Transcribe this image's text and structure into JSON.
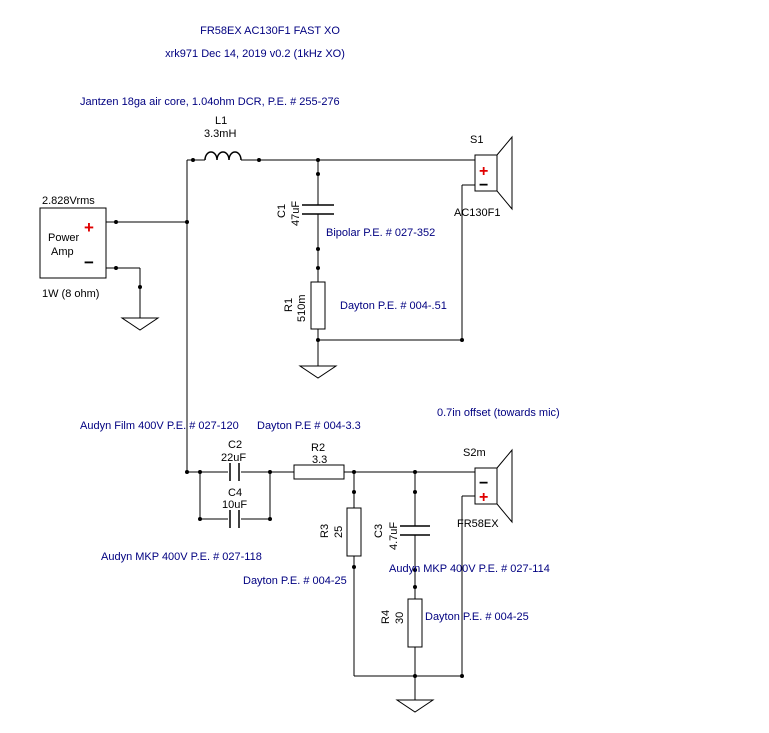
{
  "header": {
    "title": "FR58EX AC130F1 FAST XO",
    "subtitle": "xrk971   Dec 14, 2019   v0.2  (1kHz XO)"
  },
  "source": {
    "voltage": "2.828Vrms",
    "name_line1": "Power",
    "name_line2": "Amp",
    "plus": "+",
    "minus": "−",
    "power": "1W (8 ohm)"
  },
  "components": {
    "L1": {
      "ref": "L1",
      "value": "3.3mH",
      "note": "Jantzen 18ga air core, 1.04ohm DCR, P.E. # 255-276"
    },
    "C1": {
      "ref": "C1",
      "value": "47uF",
      "note": "Bipolar P.E. # 027-352"
    },
    "R1": {
      "ref": "R1",
      "value": "510m",
      "note": "Dayton P.E. # 004-.51"
    },
    "C2": {
      "ref": "C2",
      "value": "22uF",
      "note": "Audyn Film 400V P.E. # 027-120"
    },
    "C4": {
      "ref": "C4",
      "value": "10uF",
      "note": "Audyn MKP 400V P.E. # 027-118"
    },
    "R2": {
      "ref": "R2",
      "value": "3.3",
      "note": "Dayton P.E # 004-3.3"
    },
    "R3": {
      "ref": "R3",
      "value": "25",
      "note": "Dayton P.E. # 004-25"
    },
    "C3": {
      "ref": "C3",
      "value": "4.7uF",
      "note": "Audyn MKP 400V P.E. # 027-114"
    },
    "R4": {
      "ref": "R4",
      "value": "30",
      "note": "Dayton P.E. # 004-25"
    }
  },
  "speakers": {
    "S1": {
      "ref": "S1",
      "model": "AC130F1",
      "plus": "+",
      "minus": "−"
    },
    "S2m": {
      "ref": "S2m",
      "model": "FR58EX",
      "plus": "+",
      "minus": "−",
      "note": "0.7in offset (towards mic)"
    }
  }
}
